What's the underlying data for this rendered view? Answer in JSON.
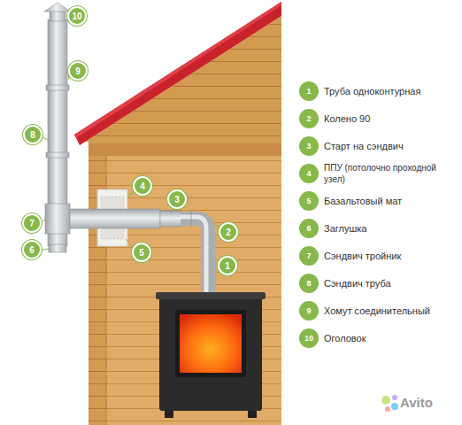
{
  "diagram": {
    "nodes": [
      {
        "text": [
          "1",
          "Труба одноконтурная"
        ]
      },
      {
        "text": [
          "2",
          "Колено 90"
        ]
      },
      {
        "text": [
          "3",
          "Старт на сэндвич"
        ]
      },
      {
        "text": [
          "4",
          "ППУ (потолочно проходной узел)"
        ]
      },
      {
        "text": [
          "5",
          "Базальтовый мат"
        ]
      },
      {
        "text": [
          "6",
          "Заглушка"
        ]
      },
      {
        "text": [
          "7",
          "Сэндвич тройник"
        ]
      },
      {
        "text": [
          "8",
          "Сэндвич труба"
        ]
      },
      {
        "text": [
          "9",
          "Хомут соединительный"
        ]
      },
      {
        "text": [
          "10",
          "Оголовок"
        ]
      },
      {
        "text": [
          "1"
        ]
      },
      {
        "text": [
          "2"
        ]
      },
      {
        "text": [
          "3"
        ]
      },
      {
        "text": [
          "4"
        ]
      },
      {
        "text": [
          "5"
        ]
      },
      {
        "text": [
          "6"
        ]
      },
      {
        "text": [
          "7"
        ]
      },
      {
        "text": [
          "8"
        ]
      },
      {
        "text": [
          "9"
        ]
      },
      {
        "text": [
          "10"
        ]
      }
    ],
    "labels": [
      "Avito"
    ]
  }
}
